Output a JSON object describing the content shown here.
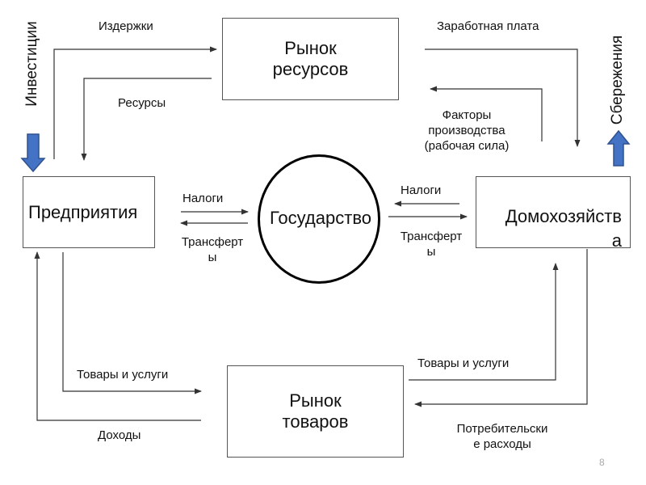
{
  "nodes": {
    "resource_market": "Рынок\nресурсов",
    "goods_market": "Рынок\nтоваров",
    "firms": "Предприятия",
    "households": "Домохозяйств\nа",
    "government": "Государство"
  },
  "labels": {
    "costs": "Издержки",
    "resources": "Ресурсы",
    "wages": "Заработная плата",
    "factors": "Факторы\nпроизводства\n(рабочая сила)",
    "taxes_left": "Налоги",
    "transfers_left": "Трансферт\nы",
    "taxes_right": "Налоги",
    "transfers_right": "Трансферт\nы",
    "goods_left": "Товары и услуги",
    "income": "Доходы",
    "goods_right": "Товары и услуги",
    "consumer_spending": "Потребительски\nе расходы",
    "investments": "Инвестиции",
    "savings": "Сбережения"
  },
  "page_number": "8",
  "colors": {
    "accent_arrow": "#4472C4",
    "accent_arrow_border": "#2F528F",
    "line": "#333333"
  }
}
